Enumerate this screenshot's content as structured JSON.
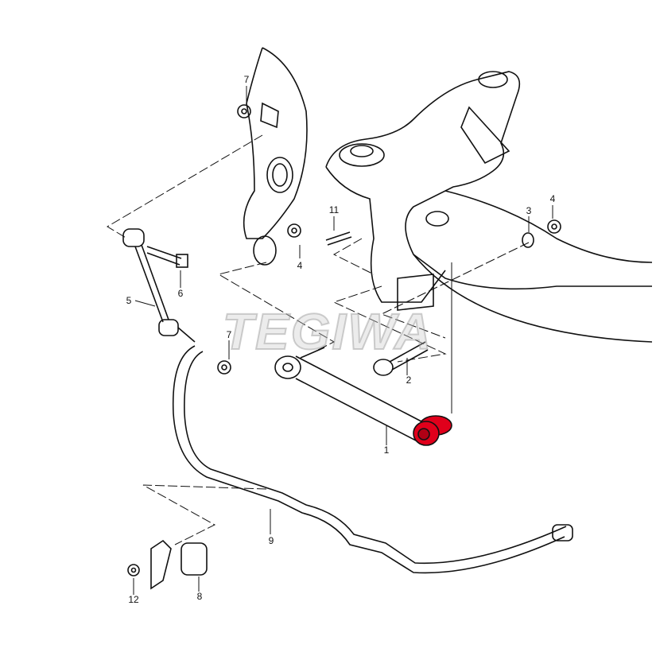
{
  "watermark": "TEGIWA",
  "highlight_color": "#e0001b",
  "labels": [
    {
      "id": "7-top",
      "text": "7"
    },
    {
      "id": "11",
      "text": "11"
    },
    {
      "id": "4-mid",
      "text": "4"
    },
    {
      "id": "3",
      "text": "3"
    },
    {
      "id": "4-right",
      "text": "4"
    },
    {
      "id": "5",
      "text": "5"
    },
    {
      "id": "6",
      "text": "6"
    },
    {
      "id": "7-mid",
      "text": "7"
    },
    {
      "id": "2",
      "text": "2"
    },
    {
      "id": "1",
      "text": "1"
    },
    {
      "id": "9",
      "text": "9"
    },
    {
      "id": "12",
      "text": "12"
    },
    {
      "id": "8",
      "text": "8"
    }
  ]
}
